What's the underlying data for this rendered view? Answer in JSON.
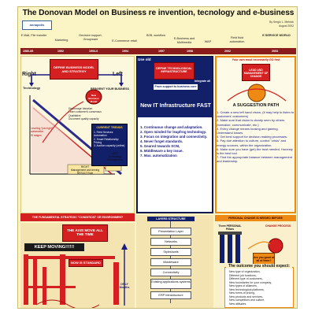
{
  "title": "The Donovan Model on Business re invention, tecnology and e-business",
  "author": [
    "By Sergio L. Melnick",
    "August 2002"
  ],
  "logo": "annapolis",
  "eras": [
    "E Mail, File transfer",
    "Marketing",
    "Decision support, Groupware",
    "E-Commerce retail",
    "B2B, workflow",
    "E-Business and Multimedia",
    "WAP",
    "Field fluid automation",
    "E SERVICE WORLD"
  ],
  "years": [
    "1980-85",
    "1992",
    "1993-6",
    "1994",
    "1997",
    "1998",
    "2002",
    "2003"
  ],
  "left": {
    "right_label": "Right",
    "left_label": "Left",
    "technology_label": "Technology",
    "top_box": "DEFINE BUSINESS MODEL AND STRATEGY",
    "reinvent": "REINVENT YOUR BUSINESS",
    "new_business_model": "New Business Model",
    "discourage": "Discourage Variation\nLearn customer's consensus\nQualitative\nDocument quality capacity",
    "leveling": "Leveling \"just right\"\nautomation\nIS stages",
    "right_rules": "RIGHT\nManagement and driving RESULT Rule",
    "left_rules": "LEFT\nTechnology\nManagement",
    "current_trends_title": "CURRENT TRENDS",
    "current_trends": "1. Field Services Automation\n2. Smart Relationship Pricing\n3. Auction capacity (online)",
    "bottom_banner": "THE FUNDAMENTAL STRATEGIC \"CONDITION\" OR ENVIRONMENT"
  },
  "center": {
    "use_old": "Use old",
    "infrastructure_box": "DEFINE TECHNOLOGICAL INFRASTRUCTURE",
    "integrate_all": "integrate all",
    "from_support": "From support to business core",
    "heading": "New IT Infrastructure FAST",
    "items": [
      "1. Continuous change and adaptation.",
      "2. Open minded for leapfrog technology.",
      "3. Focus on integration and connectivity.",
      "4. Never forget standards.",
      "5. Geared towards SCM,",
      "6. Middleware a key issue.",
      "7. Max. automatization"
    ],
    "layers_title": "LAYERS STRUCTURE",
    "layers": [
      "Presentation Layer",
      "Networks",
      "Styles/wafs",
      "Middleware",
      "Connectivity",
      "Existing applications systems",
      "ERP Infrastructure"
    ],
    "axis_banner": "THE AXIS MOVE ALL THE TIME",
    "keep_moving": "KEEP MOVING!!!!!!",
    "now_standard": "NOW IS STANDARD",
    "only_months": "ONLY Months"
  },
  "right": {
    "top_note": "Your own must necessarily GO first",
    "lead_box": "LEAD AND MANAGEMENT OF CHANGE",
    "heading": "A SUGGESTION PATH",
    "steps": [
      "1. Create a new left hand vision, (it may help to listen to customers' customers)",
      "2. Make sure that vision is clearly seen by others (formalize, communicate, etc.)",
      "3. Every change means loosing and gaining. Understand losses.",
      "4. Get best support for decision making processes.",
      "5. Pay due attention to culture, control \"crisis\" and energy sources, within the organization.",
      "6. Make sure you have (get) the trust needed. Honesty is the best tool.",
      "7. Find the appropriate balance between management and leadership."
    ],
    "personal_change": "PERSONAL CHANGE IS NEEDED BEFORE",
    "three_pillars": "Three PERSONAL Pillars",
    "change_process": "CHANGE PROCESS",
    "are_you": "Are you good at all of them?",
    "outcomes_title": "The outcome you should expect:",
    "outcomes": [
      "New type of organization,",
      "Different job functions,",
      "Different type of customers,",
      "New boundaries for your company,",
      "New types of alliances,",
      "New technological platforms,",
      "New forms of pricing,",
      "New products and services,",
      "New competitors and culture,",
      "New attitudes."
    ]
  },
  "colors": {
    "poster": "#fbf4c4",
    "dark_red": "#8a1c1c",
    "red": "#d42020",
    "navy": "#12206a",
    "orange": "#ee8a14",
    "blue_text": "#1a1a80"
  }
}
